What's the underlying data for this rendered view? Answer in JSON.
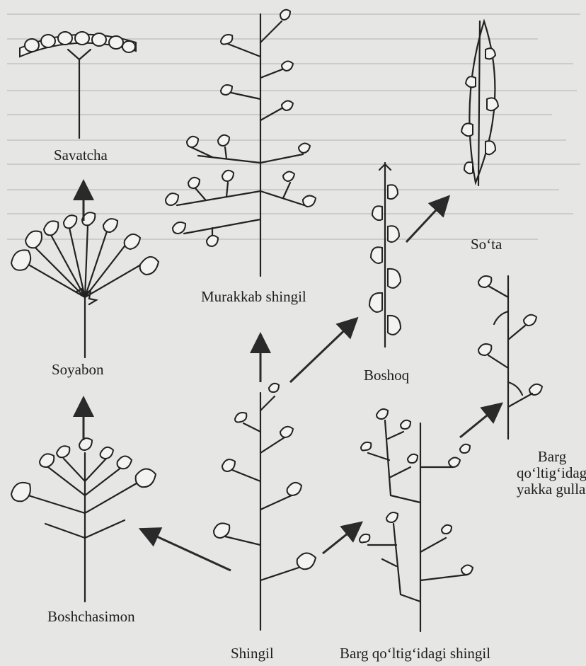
{
  "labels": {
    "savatcha": "Savatcha",
    "soyabon": "Soyabon",
    "murakkab_shingil": "Murakkab shingil",
    "boshoq": "Boshoq",
    "so_ta": "So‘ta",
    "barg_yakka_line1": "Barg",
    "barg_yakka_line2": "qo‘ltig‘idagi",
    "barg_yakka_line3": "yakka gullar",
    "boshchasimon": "Boshchasimon",
    "shingil": "Shingil",
    "barg_shingil": "Barg qo‘ltig‘idagi shingil"
  },
  "colors": {
    "ink": "#222222",
    "paper": "#e6e6e4",
    "flower_fill": "#f3f3f1"
  }
}
